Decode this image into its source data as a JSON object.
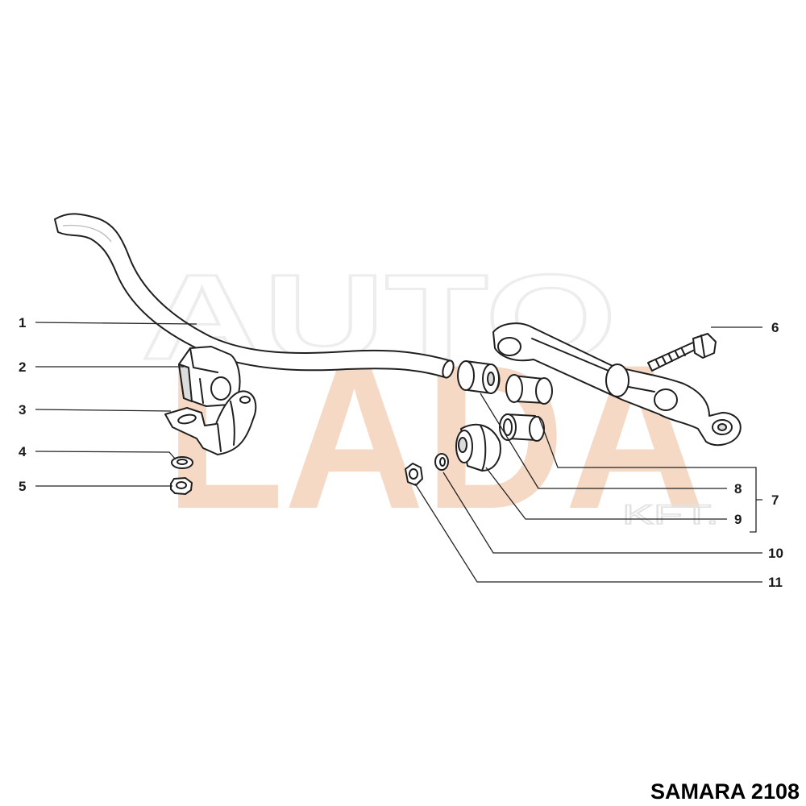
{
  "watermark": {
    "main": "LADA",
    "top": "AUTO",
    "small": "KFT.",
    "color": "#f6d9c5"
  },
  "model": "SAMARA 2108",
  "callouts": {
    "c1": "1",
    "c2": "2",
    "c3": "3",
    "c4": "4",
    "c5": "5",
    "c6": "6",
    "c7": "7",
    "c8": "8",
    "c9": "9",
    "c10": "10",
    "c11": "11"
  },
  "colors": {
    "line": "#1f1f1f",
    "part_fill": "#ffffff",
    "part_shade": "#d9d9d9"
  }
}
